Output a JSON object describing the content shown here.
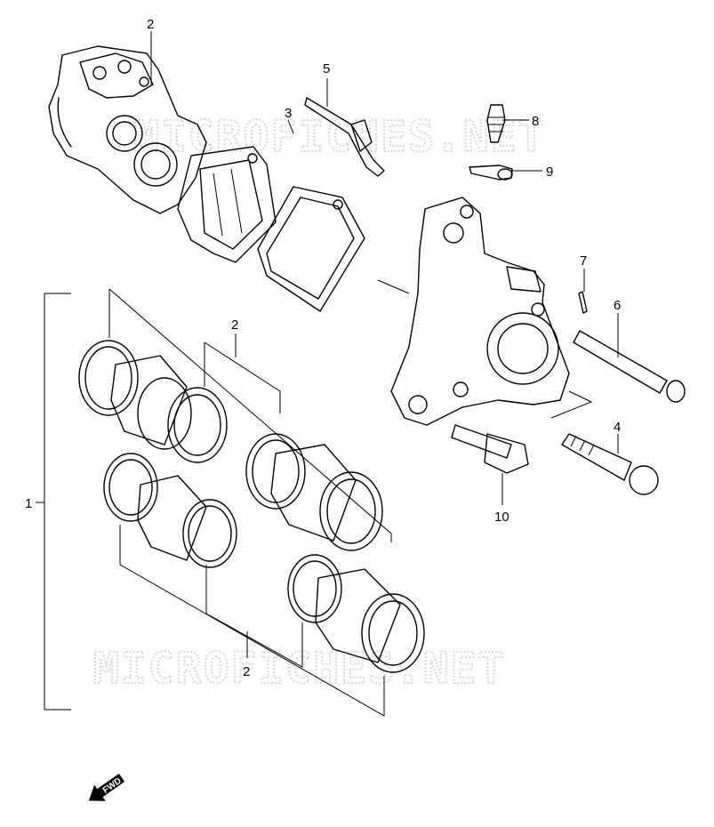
{
  "watermark": {
    "text": "MICROFICHES.NET",
    "color": "#d6d6d6"
  },
  "callouts": {
    "c1": "1",
    "c2_top": "2",
    "c2_mid": "2",
    "c2_bottom": "2",
    "c3": "3",
    "c4": "4",
    "c5": "5",
    "c6": "6",
    "c7": "7",
    "c8": "8",
    "c9": "9",
    "c10": "10"
  },
  "direction_arrow": {
    "label": "FWD"
  },
  "colors": {
    "line": "#000000",
    "background": "#ffffff"
  }
}
